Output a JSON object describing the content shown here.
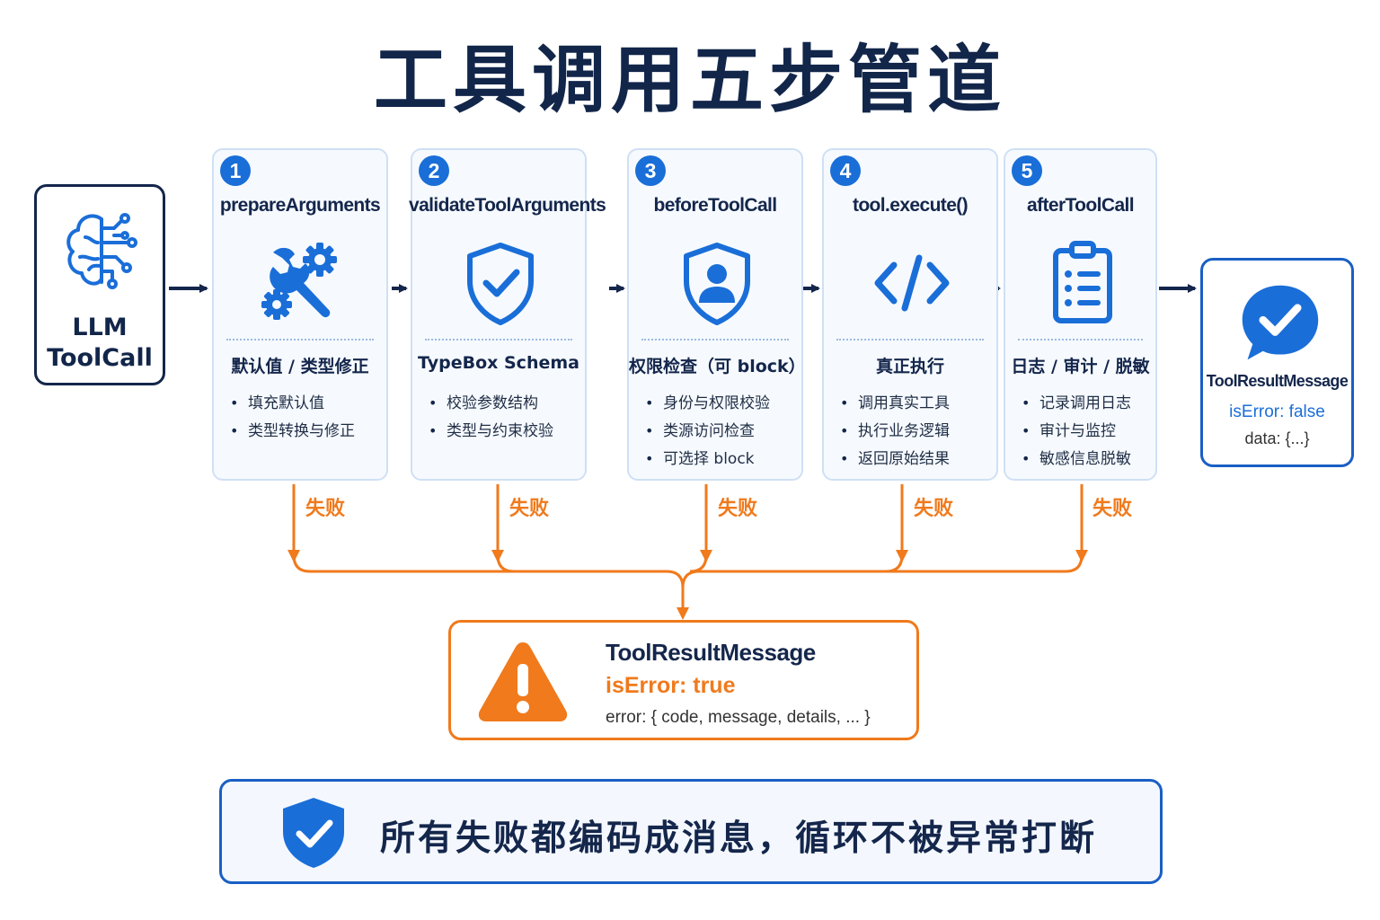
{
  "title": "工具调用五步管道",
  "input": {
    "label_line1": "LLM",
    "label_line2": "ToolCall",
    "icon": "brain-circuit-icon"
  },
  "steps": [
    {
      "number": "1",
      "name": "prepareArguments",
      "icon": "wrench-gears-icon",
      "subtitle": "默认值 / 类型修正",
      "items": [
        "填充默认值",
        "类型转换与修正"
      ]
    },
    {
      "number": "2",
      "name": "validateToolArguments",
      "icon": "shield-check-icon",
      "subtitle": "TypeBox Schema",
      "items": [
        "校验参数结构",
        "类型与约束校验"
      ]
    },
    {
      "number": "3",
      "name": "beforeToolCall",
      "icon": "shield-user-icon",
      "subtitle": "权限检查（可 block）",
      "items": [
        "身份与权限校验",
        "类源访问检查",
        "可选择 block"
      ]
    },
    {
      "number": "4",
      "name": "tool.execute()",
      "icon": "code-icon",
      "subtitle": "真正执行",
      "items": [
        "调用真实工具",
        "执行业务逻辑",
        "返回原始结果"
      ]
    },
    {
      "number": "5",
      "name": "afterToolCall",
      "icon": "clipboard-list-icon",
      "subtitle": "日志 / 审计 / 脱敏",
      "items": [
        "记录调用日志",
        "审计与监控",
        "敏感信息脱敏"
      ]
    }
  ],
  "success": {
    "title": "ToolResultMessage",
    "flag": "isError: false",
    "data": "data: {...}",
    "icon": "chat-check-icon"
  },
  "fail_label": "失败",
  "error": {
    "title": "ToolResultMessage",
    "flag": "isError: true",
    "data": "error: { code, message, details, ... }",
    "icon": "warning-icon"
  },
  "banner": {
    "text": "所有失败都编码成消息，循环不被异常打断",
    "icon": "shield-check-icon"
  },
  "colors": {
    "navy": "#14264b",
    "blue": "#1a6ed8",
    "orange": "#f07a1c",
    "step_bg": "#f6faff",
    "step_border": "#cfe0f5"
  }
}
